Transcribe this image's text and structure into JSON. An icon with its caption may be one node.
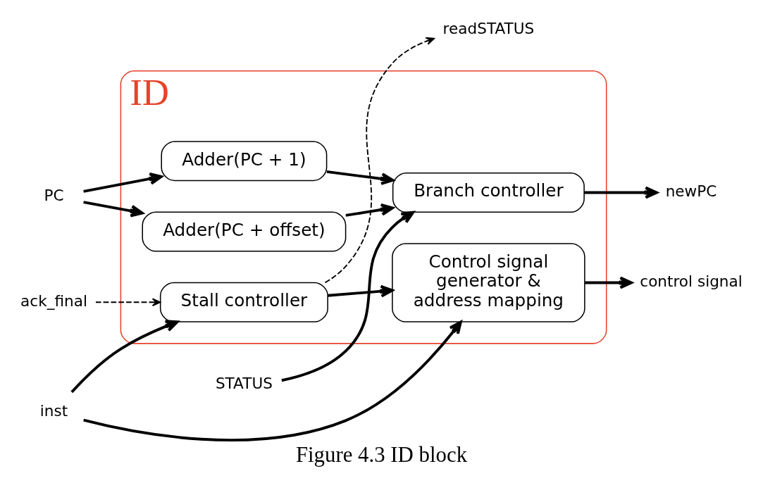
{
  "diagram": {
    "caption": "Figure 4.3 ID block",
    "nodes": [
      {
        "text": [
          "ID"
        ]
      },
      {
        "text": [
          "Adder(PC + offset)"
        ],
        "in": 0
      },
      {
        "text": [
          "Adder(PC + 1)"
        ],
        "in": 0
      },
      {
        "text": [
          "Branch controller"
        ],
        "in": 0
      },
      {
        "text": [
          "Stall controller"
        ],
        "in": 0
      },
      {
        "text": [
          "Control signal generator & address mapping"
        ],
        "in": 0
      },
      {
        "text": [
          "PC"
        ]
      },
      {
        "text": [
          "inst"
        ]
      },
      {
        "text": [
          "readSTATUS"
        ]
      },
      {
        "text": [
          "STATUS"
        ]
      },
      {
        "text": [
          "newPC"
        ]
      },
      {
        "text": [
          "control signal"
        ]
      },
      {
        "text": [
          "ack_final"
        ]
      }
    ],
    "edges": [
      {
        "from": 6,
        "to": 1,
        "arrow": "to"
      },
      {
        "from": 6,
        "to": 2,
        "arrow": "to"
      },
      {
        "from": 1,
        "to": 3,
        "arrow": "to"
      },
      {
        "from": 2,
        "to": 3,
        "arrow": "to"
      },
      {
        "from": 9,
        "to": 3,
        "arrow": "to"
      },
      {
        "from": 3,
        "to": 10,
        "arrow": "to"
      },
      {
        "from": 7,
        "to": 4,
        "arrow": "to"
      },
      {
        "from": 7,
        "to": 5,
        "arrow": "to"
      },
      {
        "from": 4,
        "to": 5,
        "arrow": "to"
      },
      {
        "from": 4,
        "to": 8,
        "arrow": "to",
        "style": "dashed"
      },
      {
        "from": 12,
        "to": 4,
        "arrow": "to",
        "style": "dashed"
      },
      {
        "from": 5,
        "to": 11,
        "arrow": "to"
      }
    ]
  }
}
